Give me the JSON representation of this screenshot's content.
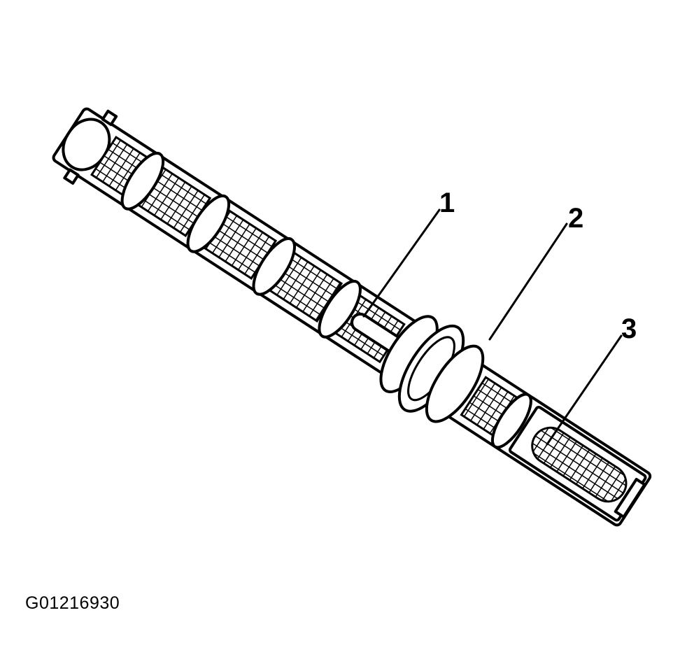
{
  "figure": {
    "id_text": "G01216930",
    "callouts": [
      {
        "label": "1"
      },
      {
        "label": "2"
      },
      {
        "label": "3"
      }
    ]
  },
  "colors": {
    "ink": "#000000",
    "paper": "#ffffff"
  }
}
